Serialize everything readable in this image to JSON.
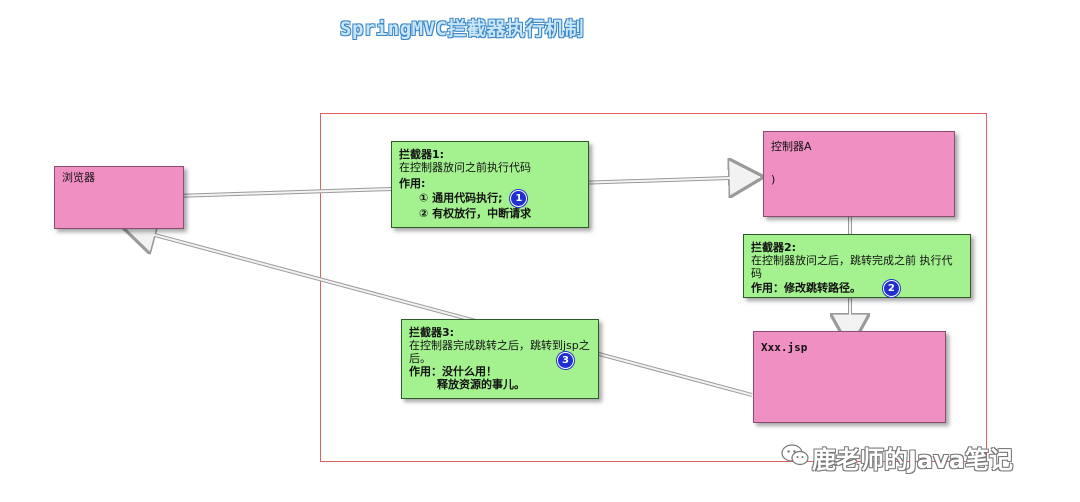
{
  "title": "SpringMVC拦截器执行机制",
  "browser": {
    "label": "浏览器"
  },
  "controller": {
    "label": "控制器A",
    "bracket": ")"
  },
  "jsp": {
    "label": "Xxx.jsp"
  },
  "interceptor1": {
    "heading": "拦截器1:",
    "desc": "在控制器放问之前执行代码",
    "role": "作用:",
    "item1": "① 通用代码执行;",
    "item2": "② 有权放行，中断请求",
    "badge": "1"
  },
  "interceptor2": {
    "heading": "拦截器2:",
    "desc": "在控制器放问之后，跳转完成之前 执行代码",
    "role": "作用：修改跳转路径。",
    "badge": "2"
  },
  "interceptor3": {
    "heading": "拦截器3:",
    "desc": "在控制器完成跳转之后，跳转到jsp之后。",
    "role": "作用：没什么用！",
    "role2": "释放资源的事儿。",
    "badge": "3"
  },
  "watermark": {
    "text": "鹿老师的Java笔记",
    "icon": "wechat-icon"
  },
  "colors": {
    "pink": "#ef8fc2",
    "green": "#a4f28f",
    "frame": "#e06060",
    "badge": "#1f2fd0"
  }
}
